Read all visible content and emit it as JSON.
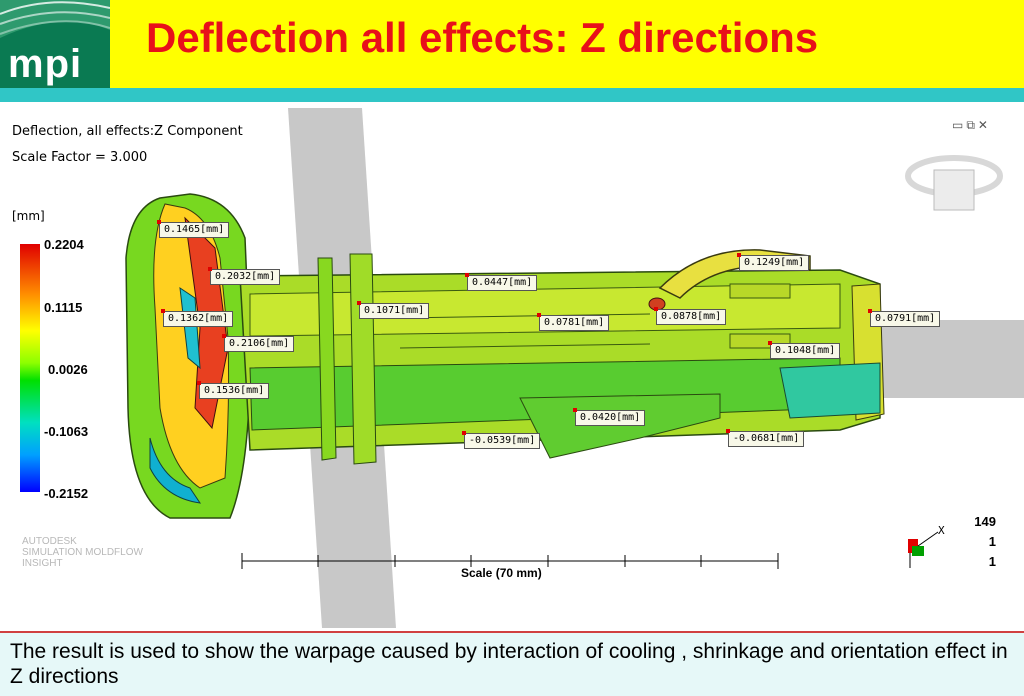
{
  "header": {
    "logo_text": "mpi",
    "title": "Deflection all effects: Z directions"
  },
  "viewport": {
    "result_title": "Deflection, all effects:Z Component",
    "scale_factor": "Scale Factor = 3.000",
    "unit": "[mm]",
    "legend": {
      "max": "0.2204",
      "upper_mid": "0.1115",
      "mid": "0.0026",
      "lower_mid": "-0.1063",
      "min": "-0.2152",
      "colors": [
        "#e00000",
        "#ff8c00",
        "#ffff00",
        "#00e000",
        "#00e0c0",
        "#00a0ff",
        "#0000ff"
      ]
    },
    "watermark": [
      "AUTODESK",
      "SIMULATION MOLDFLOW",
      "INSIGHT"
    ],
    "scale_label": "Scale (70 mm)",
    "triad": {
      "value_1": "149",
      "value_2": "1",
      "value_3": "1",
      "axis_label": "X"
    },
    "callouts": [
      "0.1465[mm]",
      "0.2032[mm]",
      "0.1362[mm]",
      "0.2106[mm]",
      "0.1536[mm]",
      "0.1071[mm]",
      "0.0447[mm]",
      "0.0781[mm]",
      "0.1249[mm]",
      "0.0878[mm]",
      "0.0791[mm]",
      "0.1048[mm]",
      "0.0420[mm]",
      "-0.0539[mm]",
      "-0.0681[mm]"
    ],
    "window_icons": [
      "minimize-icon",
      "restore-icon",
      "close-icon"
    ]
  },
  "footer": {
    "caption": "The result is used to show the warpage caused by interaction of cooling , shrinkage and orientation effect in Z directions"
  }
}
